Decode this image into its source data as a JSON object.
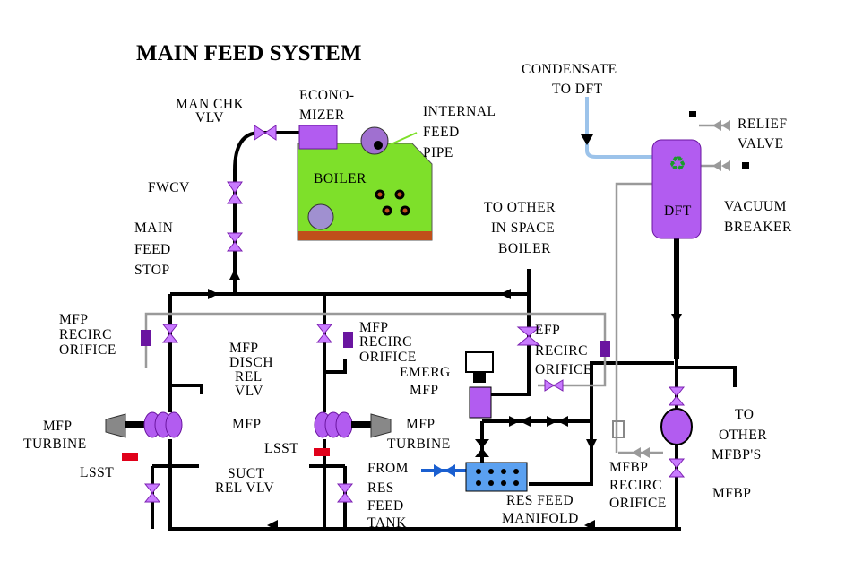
{
  "title": "MAIN FEED SYSTEM",
  "labels": {
    "man_chk_vlv_1": "MAN CHK",
    "man_chk_vlv_2": "VLV",
    "economizer_1": "ECONO-",
    "economizer_2": "MIZER",
    "internal_feed_pipe_1": "INTERNAL",
    "internal_feed_pipe_2": "FEED",
    "internal_feed_pipe_3": "PIPE",
    "boiler": "BOILER",
    "fwcv": "FWCV",
    "main_feed_stop_1": "MAIN",
    "main_feed_stop_2": "FEED",
    "main_feed_stop_3": "STOP",
    "condensate_1": "CONDENSATE",
    "condensate_2": "TO DFT",
    "relief_valve_1": "RELIEF",
    "relief_valve_2": "VALVE",
    "dft": "DFT",
    "vacuum_breaker_1": "VACUUM",
    "vacuum_breaker_2": "BREAKER",
    "to_other_boiler_1": "TO OTHER",
    "to_other_boiler_2": "IN SPACE",
    "to_other_boiler_3": "BOILER",
    "mfp_recirc_left_1": "MFP",
    "mfp_recirc_left_2": "RECIRC",
    "mfp_recirc_left_3": "ORIFICE",
    "mfp_disch_rel_1": "MFP",
    "mfp_disch_rel_2": "DISCH",
    "mfp_disch_rel_3": "REL",
    "mfp_disch_rel_4": "VLV",
    "mfp_recirc_right_1": "MFP",
    "mfp_recirc_right_2": "RECIRC",
    "mfp_recirc_right_3": "ORIFICE",
    "efp_recirc_1": "EFP",
    "efp_recirc_2": "RECIRC",
    "efp_recirc_3": "ORIFICE",
    "emerg_mfp_1": "EMERG",
    "emerg_mfp_2": "MFP",
    "mfp_turbine_left_1": "MFP",
    "mfp_turbine_left_2": "TURBINE",
    "mfp_center": "MFP",
    "mfp_turbine_right_1": "MFP",
    "mfp_turbine_right_2": "TURBINE",
    "lsst_left": "LSST",
    "lsst_right": "LSST",
    "suct_rel_vlv_1": "SUCT",
    "suct_rel_vlv_2": "REL VLV",
    "from_res_feed_tank_1": "FROM",
    "from_res_feed_tank_2": "RES",
    "from_res_feed_tank_3": "FEED",
    "from_res_feed_tank_4": "TANK",
    "res_feed_manifold_1": "RES FEED",
    "res_feed_manifold_2": "MANIFOLD",
    "mfbp_recirc_1": "MFBP",
    "mfbp_recirc_2": "RECIRC",
    "mfbp_recirc_3": "ORIFICE",
    "to_other_mfbp_1": "TO",
    "to_other_mfbp_2": "OTHER",
    "to_other_mfbp_3": "MFBP'S",
    "mfbp": "MFBP"
  },
  "colors": {
    "boiler_green": "#7ee02a",
    "boiler_floor": "#c0501a",
    "economizer_purple": "#b25cf0",
    "dft_purple": "#b25cf0",
    "manifold_blue": "#5aa0f0",
    "lsst_red": "#e0001a",
    "condensate_blue": "#9cc3ea"
  }
}
